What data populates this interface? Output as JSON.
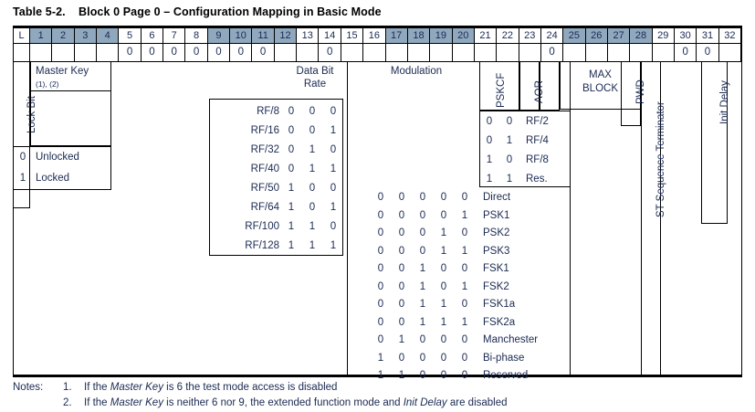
{
  "caption": {
    "number": "Table 5-2.",
    "title": "Block 0 Page 0 – Configuration Mapping in Basic Mode"
  },
  "colors": {
    "header_shade": "#8fa8be",
    "text": "#1b2a52",
    "rule": "#000000"
  },
  "header": {
    "columns": [
      {
        "label": "L",
        "shaded": false
      },
      {
        "label": "1",
        "shaded": true
      },
      {
        "label": "2",
        "shaded": true
      },
      {
        "label": "3",
        "shaded": true
      },
      {
        "label": "4",
        "shaded": true
      },
      {
        "label": "5",
        "shaded": false
      },
      {
        "label": "6",
        "shaded": false
      },
      {
        "label": "7",
        "shaded": false
      },
      {
        "label": "8",
        "shaded": false
      },
      {
        "label": "9",
        "shaded": true
      },
      {
        "label": "10",
        "shaded": true
      },
      {
        "label": "11",
        "shaded": true
      },
      {
        "label": "12",
        "shaded": true
      },
      {
        "label": "13",
        "shaded": false
      },
      {
        "label": "14",
        "shaded": false
      },
      {
        "label": "15",
        "shaded": false
      },
      {
        "label": "16",
        "shaded": false
      },
      {
        "label": "17",
        "shaded": true
      },
      {
        "label": "18",
        "shaded": true
      },
      {
        "label": "19",
        "shaded": true
      },
      {
        "label": "20",
        "shaded": true
      },
      {
        "label": "21",
        "shaded": false
      },
      {
        "label": "22",
        "shaded": false
      },
      {
        "label": "23",
        "shaded": false
      },
      {
        "label": "24",
        "shaded": false
      },
      {
        "label": "25",
        "shaded": true
      },
      {
        "label": "26",
        "shaded": true
      },
      {
        "label": "27",
        "shaded": true
      },
      {
        "label": "28",
        "shaded": true
      },
      {
        "label": "29",
        "shaded": false
      },
      {
        "label": "30",
        "shaded": false
      },
      {
        "label": "31",
        "shaded": false
      },
      {
        "label": "32",
        "shaded": false
      }
    ]
  },
  "default_bits": {
    "values": [
      "",
      "",
      "",
      "",
      "",
      "0",
      "0",
      "0",
      "0",
      "0",
      "0",
      "0",
      "",
      "",
      "0",
      "",
      "",
      "",
      "",
      "",
      "",
      "",
      "",
      "",
      "0",
      "",
      "",
      "",
      "",
      "",
      "0",
      "0",
      ""
    ]
  },
  "fields": {
    "lock_bit": "Lock Bit",
    "master_key": "Master Key",
    "master_key_refs": "(1), (2)",
    "data_bit_rate": "Data Bit\nRate",
    "data_bit_rate_l1": "Data Bit",
    "data_bit_rate_l2": "Rate",
    "modulation": "Modulation",
    "pskcf": "PSKCF",
    "aor": "AOR",
    "max_block_l1": "MAX",
    "max_block_l2": "BLOCK",
    "pwd": "PWD",
    "st_sequence_terminator": "ST Sequence Terminator",
    "init_delay": "Init Delay"
  },
  "lock_bit_table": {
    "rows": [
      {
        "bit": "0",
        "label": "Unlocked"
      },
      {
        "bit": "1",
        "label": "Locked"
      }
    ]
  },
  "data_bit_rate_table": {
    "rows": [
      {
        "name": "RF/8",
        "bits": [
          "0",
          "0",
          "0"
        ]
      },
      {
        "name": "RF/16",
        "bits": [
          "0",
          "0",
          "1"
        ]
      },
      {
        "name": "RF/32",
        "bits": [
          "0",
          "1",
          "0"
        ]
      },
      {
        "name": "RF/40",
        "bits": [
          "0",
          "1",
          "1"
        ]
      },
      {
        "name": "RF/50",
        "bits": [
          "1",
          "0",
          "0"
        ]
      },
      {
        "name": "RF/64",
        "bits": [
          "1",
          "0",
          "1"
        ]
      },
      {
        "name": "RF/100",
        "bits": [
          "1",
          "1",
          "0"
        ]
      },
      {
        "name": "RF/128",
        "bits": [
          "1",
          "1",
          "1"
        ]
      }
    ]
  },
  "pskcf_table": {
    "rows": [
      {
        "bits": [
          "0",
          "0"
        ],
        "value": "RF/2"
      },
      {
        "bits": [
          "0",
          "1"
        ],
        "value": "RF/4"
      },
      {
        "bits": [
          "1",
          "0"
        ],
        "value": "RF/8"
      },
      {
        "bits": [
          "1",
          "1"
        ],
        "value": "Res."
      }
    ]
  },
  "modulation_table": {
    "rows": [
      {
        "bits": [
          "0",
          "0",
          "0",
          "0",
          "0"
        ],
        "value": "Direct"
      },
      {
        "bits": [
          "0",
          "0",
          "0",
          "0",
          "1"
        ],
        "value": "PSK1"
      },
      {
        "bits": [
          "0",
          "0",
          "0",
          "1",
          "0"
        ],
        "value": "PSK2"
      },
      {
        "bits": [
          "0",
          "0",
          "0",
          "1",
          "1"
        ],
        "value": "PSK3"
      },
      {
        "bits": [
          "0",
          "0",
          "1",
          "0",
          "0"
        ],
        "value": "FSK1"
      },
      {
        "bits": [
          "0",
          "0",
          "1",
          "0",
          "1"
        ],
        "value": "FSK2"
      },
      {
        "bits": [
          "0",
          "0",
          "1",
          "1",
          "0"
        ],
        "value": "FSK1a"
      },
      {
        "bits": [
          "0",
          "0",
          "1",
          "1",
          "1"
        ],
        "value": "FSK2a"
      },
      {
        "bits": [
          "0",
          "1",
          "0",
          "0",
          "0"
        ],
        "value": "Manchester"
      },
      {
        "bits": [
          "1",
          "0",
          "0",
          "0",
          "0"
        ],
        "value": "Bi-phase"
      },
      {
        "bits": [
          "1",
          "1",
          "0",
          "0",
          "0"
        ],
        "value": "Reserved"
      }
    ]
  },
  "notes": {
    "tag": "Notes:",
    "items": [
      {
        "num": "1.",
        "text_parts": [
          {
            "t": "If the ",
            "i": false
          },
          {
            "t": "Master Key",
            "i": true
          },
          {
            "t": " is 6 the test mode access is disabled",
            "i": false
          }
        ]
      },
      {
        "num": "2.",
        "text_parts": [
          {
            "t": "If the ",
            "i": false
          },
          {
            "t": "Master Key",
            "i": true
          },
          {
            "t": " is neither 6 nor 9, the extended function mode and ",
            "i": false
          },
          {
            "t": "Init Delay",
            "i": true
          },
          {
            "t": " are disabled",
            "i": false
          }
        ]
      }
    ]
  }
}
